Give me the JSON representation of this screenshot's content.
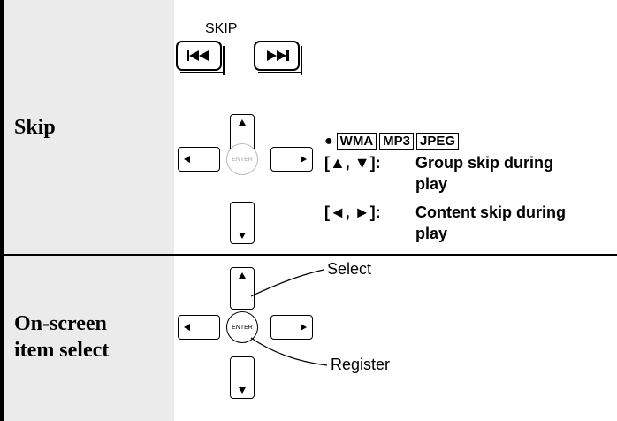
{
  "skip_row": {
    "label": "Skip",
    "skip_caption": "SKIP",
    "formats": [
      "WMA",
      "MP3",
      "JPEG"
    ],
    "instructions": [
      {
        "keys": "[▲, ▼]:",
        "description": "Group skip during\nplay"
      },
      {
        "keys": "[◄, ►]:",
        "description": "Content skip during\nplay"
      }
    ],
    "enter_label": "ENTER",
    "icons": [
      "skip-back-icon",
      "skip-forward-icon",
      "arrow-up-icon",
      "arrow-down-icon",
      "arrow-left-icon",
      "arrow-right-icon"
    ]
  },
  "select_row": {
    "label": "On-screen\nitem select",
    "enter_label": "ENTER",
    "callout_select": "Select",
    "callout_register": "Register"
  }
}
